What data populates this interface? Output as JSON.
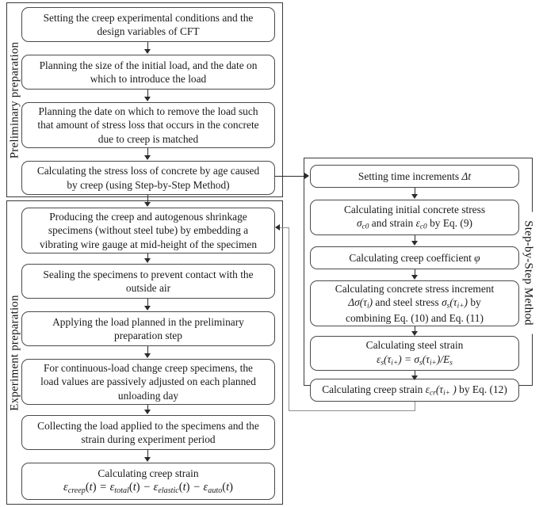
{
  "figure": {
    "type": "flowchart",
    "orientation": "two-column",
    "groups": [
      {
        "id": "preliminary",
        "label": "Preliminary preparation",
        "label_orientation": "vertical-up"
      },
      {
        "id": "experiment",
        "label": "Experiment preparation",
        "label_orientation": "vertical-up"
      },
      {
        "id": "stepbystep",
        "label": "Step-by-Step Method",
        "label_orientation": "vertical-down"
      }
    ]
  },
  "preliminary": {
    "label": "Preliminary preparation",
    "nodes": [
      {
        "id": "p1",
        "lines": [
          "Setting the creep experimental conditions and the",
          "design variables of CFT"
        ]
      },
      {
        "id": "p2",
        "lines": [
          "Planning the size of the initial load, and the date on",
          "which to introduce the load"
        ]
      },
      {
        "id": "p3",
        "lines": [
          "Planning the date on which to remove the load such",
          "that amount of stress loss that occurs in the concrete",
          "due to creep is matched"
        ]
      },
      {
        "id": "p4",
        "lines": [
          "Calculating the stress loss of concrete by age caused",
          "by creep (using Step-by-Step Method)"
        ]
      }
    ]
  },
  "experiment": {
    "label": "Experiment preparation",
    "nodes": [
      {
        "id": "e1",
        "lines": [
          "Producing the creep and autogenous shrinkage",
          "specimens (without steel tube) by embedding a",
          "vibrating wire gauge at mid-height of the specimen"
        ]
      },
      {
        "id": "e2",
        "lines": [
          "Sealing the specimens to prevent contact with the",
          "outside air"
        ]
      },
      {
        "id": "e3",
        "lines": [
          "Applying the load planned in the preliminary",
          "preparation step"
        ]
      },
      {
        "id": "e4",
        "lines": [
          "For continuous-load change creep specimens, the",
          "load values are passively adjusted on each planned",
          "unloading day"
        ]
      },
      {
        "id": "e5",
        "lines": [
          "Collecting the load applied to the specimens and the",
          "strain during experiment period"
        ]
      },
      {
        "id": "e6",
        "title": "Calculating creep strain",
        "equation": "εcreep(t) = εtotal(t) − εelastic(t) − εauto(t)"
      }
    ]
  },
  "stepbystep": {
    "label": "Step-by-Step Method",
    "nodes": [
      {
        "id": "s1",
        "lines": [
          "Setting time increments Δt"
        ]
      },
      {
        "id": "s2",
        "lines": [
          "Calculating initial concrete stress",
          "σc0 and strain εc0 by Eq. (9)"
        ]
      },
      {
        "id": "s3",
        "lines": [
          "Calculating creep coefficient φ"
        ]
      },
      {
        "id": "s4",
        "lines": [
          "Calculating concrete stress increment",
          "Δσ(τi) and steel stress σs(τi+) by",
          "combining Eq. (10) and Eq. (11)"
        ]
      },
      {
        "id": "s5",
        "lines": [
          "Calculating steel strain",
          "εs(τi+) = σs(τi+)/Es"
        ]
      },
      {
        "id": "s6",
        "lines": [
          "Calculating creep strain εcr(τi+ ) by Eq. (12)"
        ]
      }
    ]
  },
  "connectors": [
    {
      "id": "p1-p2",
      "kind": "down-arrow"
    },
    {
      "id": "p2-p3",
      "kind": "down-arrow"
    },
    {
      "id": "p3-p4",
      "kind": "down-arrow"
    },
    {
      "id": "p4-e1",
      "kind": "down-arrow"
    },
    {
      "id": "p4-s1",
      "kind": "right-arrow",
      "note": "branch into Step-by-Step Method"
    },
    {
      "id": "e1-e2",
      "kind": "down-arrow"
    },
    {
      "id": "e2-e3",
      "kind": "down-arrow"
    },
    {
      "id": "e3-e4",
      "kind": "down-arrow"
    },
    {
      "id": "e4-e5",
      "kind": "down-arrow"
    },
    {
      "id": "e5-e6",
      "kind": "down-arrow"
    },
    {
      "id": "s1-s2",
      "kind": "down-arrow"
    },
    {
      "id": "s2-s3",
      "kind": "down-arrow"
    },
    {
      "id": "s3-s4",
      "kind": "down-arrow"
    },
    {
      "id": "s4-s5",
      "kind": "down-arrow"
    },
    {
      "id": "s5-s6",
      "kind": "down-arrow"
    },
    {
      "id": "s6-e1",
      "kind": "left-arrow",
      "note": "return loop to experiment preparation"
    }
  ],
  "colors": {
    "stroke": "#4a4a4a",
    "frame": "#3a3a3a",
    "connector": "#2b2b2b",
    "background": "#ffffff",
    "text": "#1a1a1a"
  }
}
